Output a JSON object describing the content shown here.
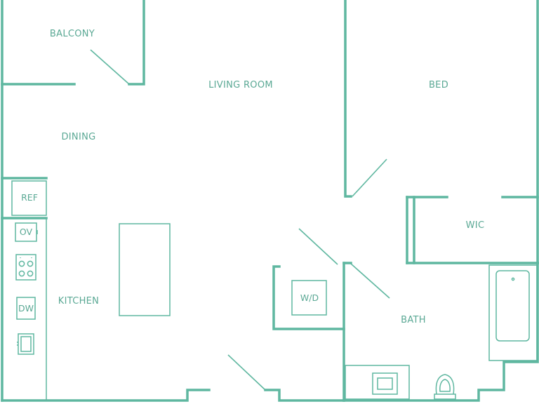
{
  "colors": {
    "wall": "#5fb7a0",
    "label": "#5aa894",
    "background": "#ffffff"
  },
  "rooms": {
    "balcony": "BALCONY",
    "living_room": "LIVING ROOM",
    "bed": "BED",
    "dining": "DINING",
    "kitchen": "KITCHEN",
    "wic": "WIC",
    "bath": "BATH"
  },
  "fixtures": {
    "ref": "REF",
    "oven": "OV",
    "dishwasher": "DW",
    "washer_dryer": "W/D"
  },
  "icons": [
    "cooktop-icon",
    "microwave-icon",
    "bathtub-icon",
    "toilet-icon",
    "sink-icon"
  ]
}
